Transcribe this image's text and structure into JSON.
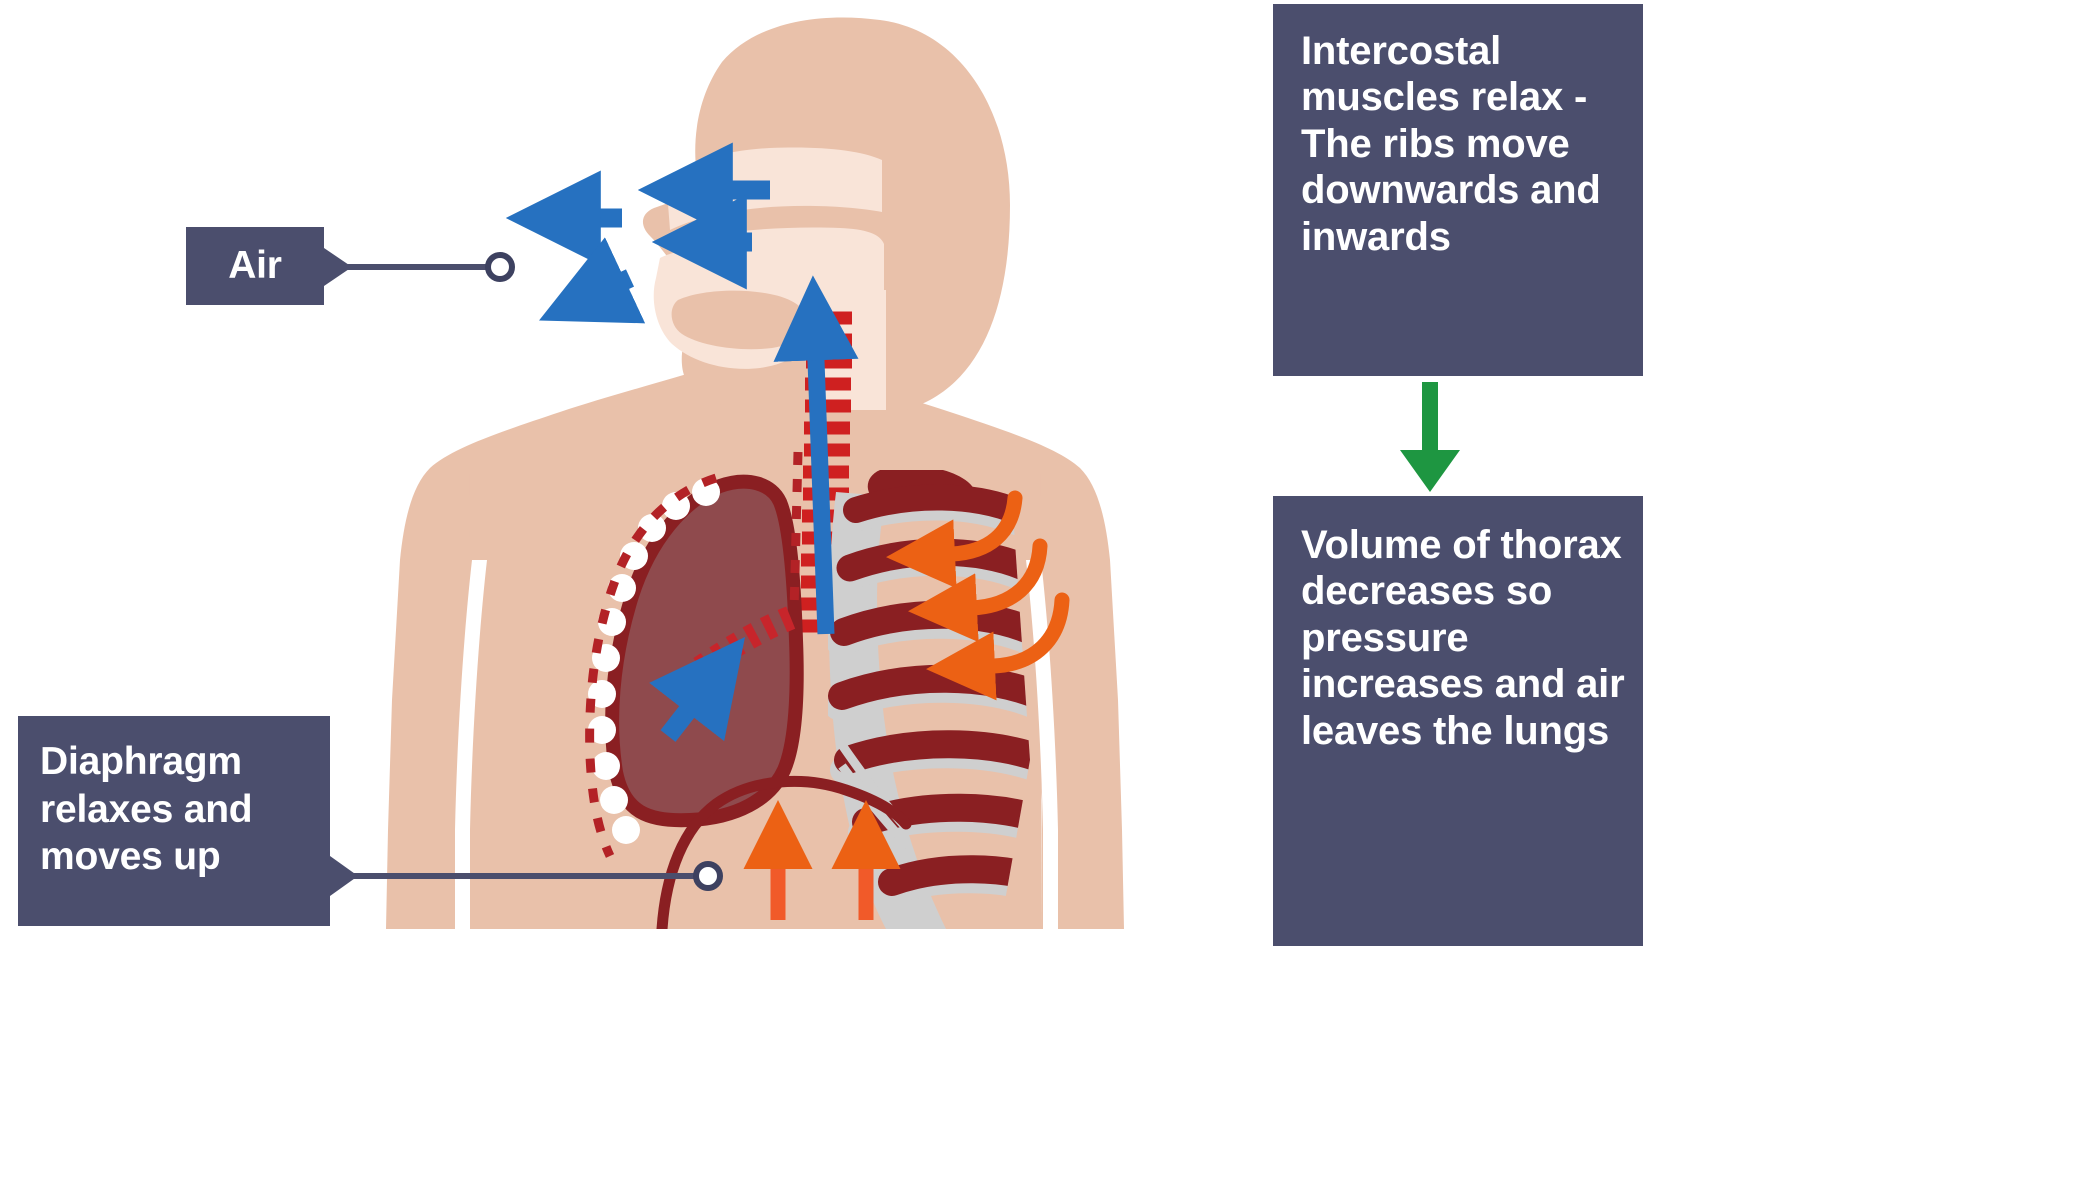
{
  "figure": {
    "title_semantic": "breathing-out-exhalation-diagram",
    "palette": {
      "background": "#ffffff",
      "box_fill": "#4b4e6d",
      "box_text": "#ffffff",
      "skin": "#e9c1aa",
      "skin_light": "#f4d9c8",
      "airway_fill": "#f9e4d8",
      "lung_fill": "#8f4a4d",
      "lung_outline": "#8a1f22",
      "rib_dark": "#8a1f22",
      "rib_white": "#ffffff",
      "rib_grey": "#cfcfcf",
      "trachea_red": "#cf2020",
      "air_arrow_blue": "#2671c0",
      "muscle_arrow_orange": "#ec6114",
      "flow_arrow_green": "#1e9641",
      "leader_line": "#4b4e6d"
    }
  },
  "callouts": {
    "air": {
      "label": "Air",
      "tail": "right-pointer",
      "leader_end": "circle"
    },
    "diaphragm": {
      "label": "Diaphragm relaxes and moves up",
      "tail": "right-pointer",
      "leader_end": "circle"
    }
  },
  "process_boxes": [
    {
      "id": "intercostal",
      "text": "Intercostal muscles relax - The ribs move downwards and inwards"
    },
    {
      "id": "volume",
      "text": "Volume of thorax decreases so pressure increases and air leaves the lungs"
    }
  ],
  "connector": {
    "from": "intercostal",
    "to": "volume",
    "color": "#1e9641",
    "style": "down-arrow"
  },
  "anatomy_annotations": {
    "air_out_arrows": "blue arrows pointing left out of nose and mouth",
    "trachea_arrow": "blue arrow pointing up through trachea",
    "lung_arrow": "blue arrow pointing up and right inside left lung",
    "rib_arrows": "three orange curved arrows over ribs pointing inward and downward",
    "diaphragm_arrows": "two orange straight arrows pointing up under the diaphragm"
  }
}
